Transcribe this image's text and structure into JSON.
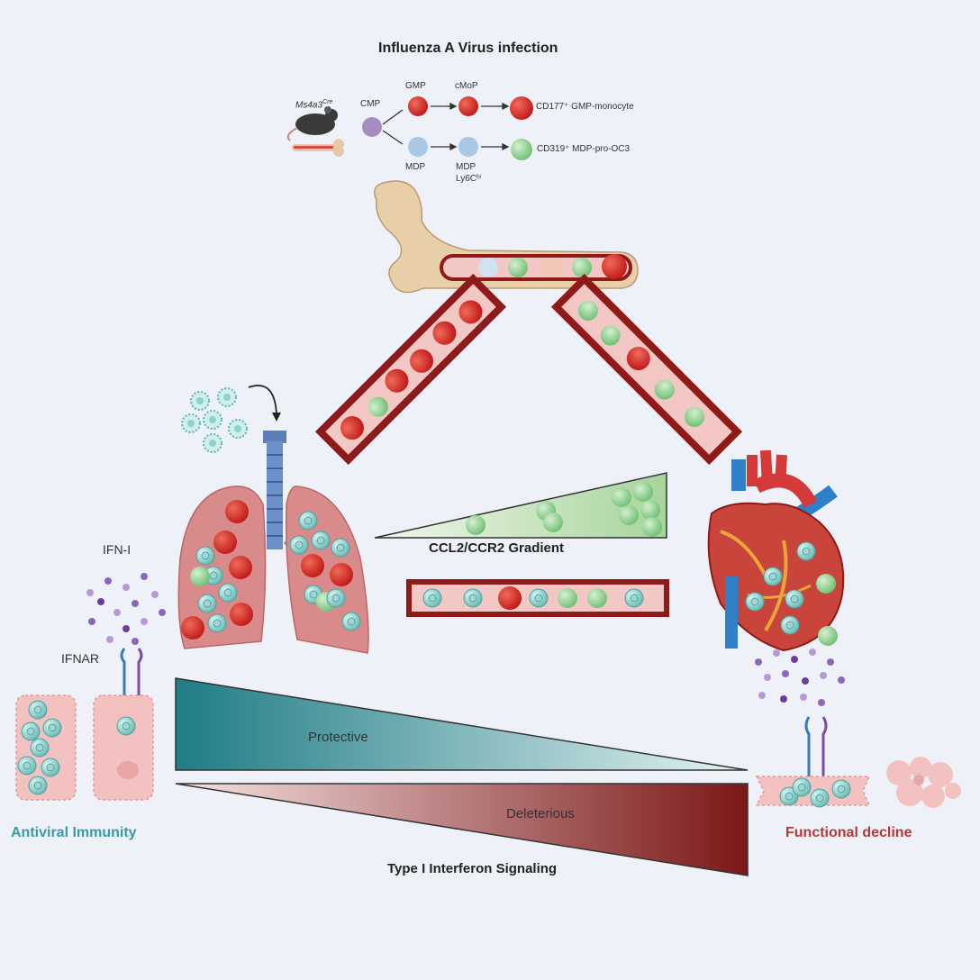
{
  "title": "Influenza A Virus infection",
  "lineage": {
    "mouse_label": "Ms4a3",
    "mouse_label_sup": "Cre",
    "cmp": "CMP",
    "gmp": "GMP",
    "cmop": "cMoP",
    "cd177_label": "CD177⁺ GMP-monocyte",
    "mdp": "MDP",
    "mdp2": "MDP",
    "ly6c": "Ly6Cʰⁱ",
    "cd319_label": "CD319⁺ MDP-pro-OC3"
  },
  "gradient_label": "CCL2/CCR2 Gradient",
  "ifn_label": "IFN-I",
  "ifnar_label": "IFNAR",
  "protective_label": "Protective",
  "deleterious_label": "Deleterious",
  "antiviral_label": "Antiviral Immunity",
  "decline_label": "Functional decline",
  "signaling_label": "Type I Interferon Signaling",
  "colors": {
    "background": "#eef2f8",
    "red_cell": "#d42a2a",
    "green_cell": "#8fcf95",
    "teal_cell": "#8fd0cc",
    "vessel_wall": "#8e1a1a",
    "vessel_lumen": "#f2c7c4",
    "lung": "#d98a8a",
    "protective_dark": "#1f7c85",
    "deleterious_dark": "#7a1717",
    "antiviral_text": "#3a9aa6",
    "decline_text": "#b03a3a"
  }
}
